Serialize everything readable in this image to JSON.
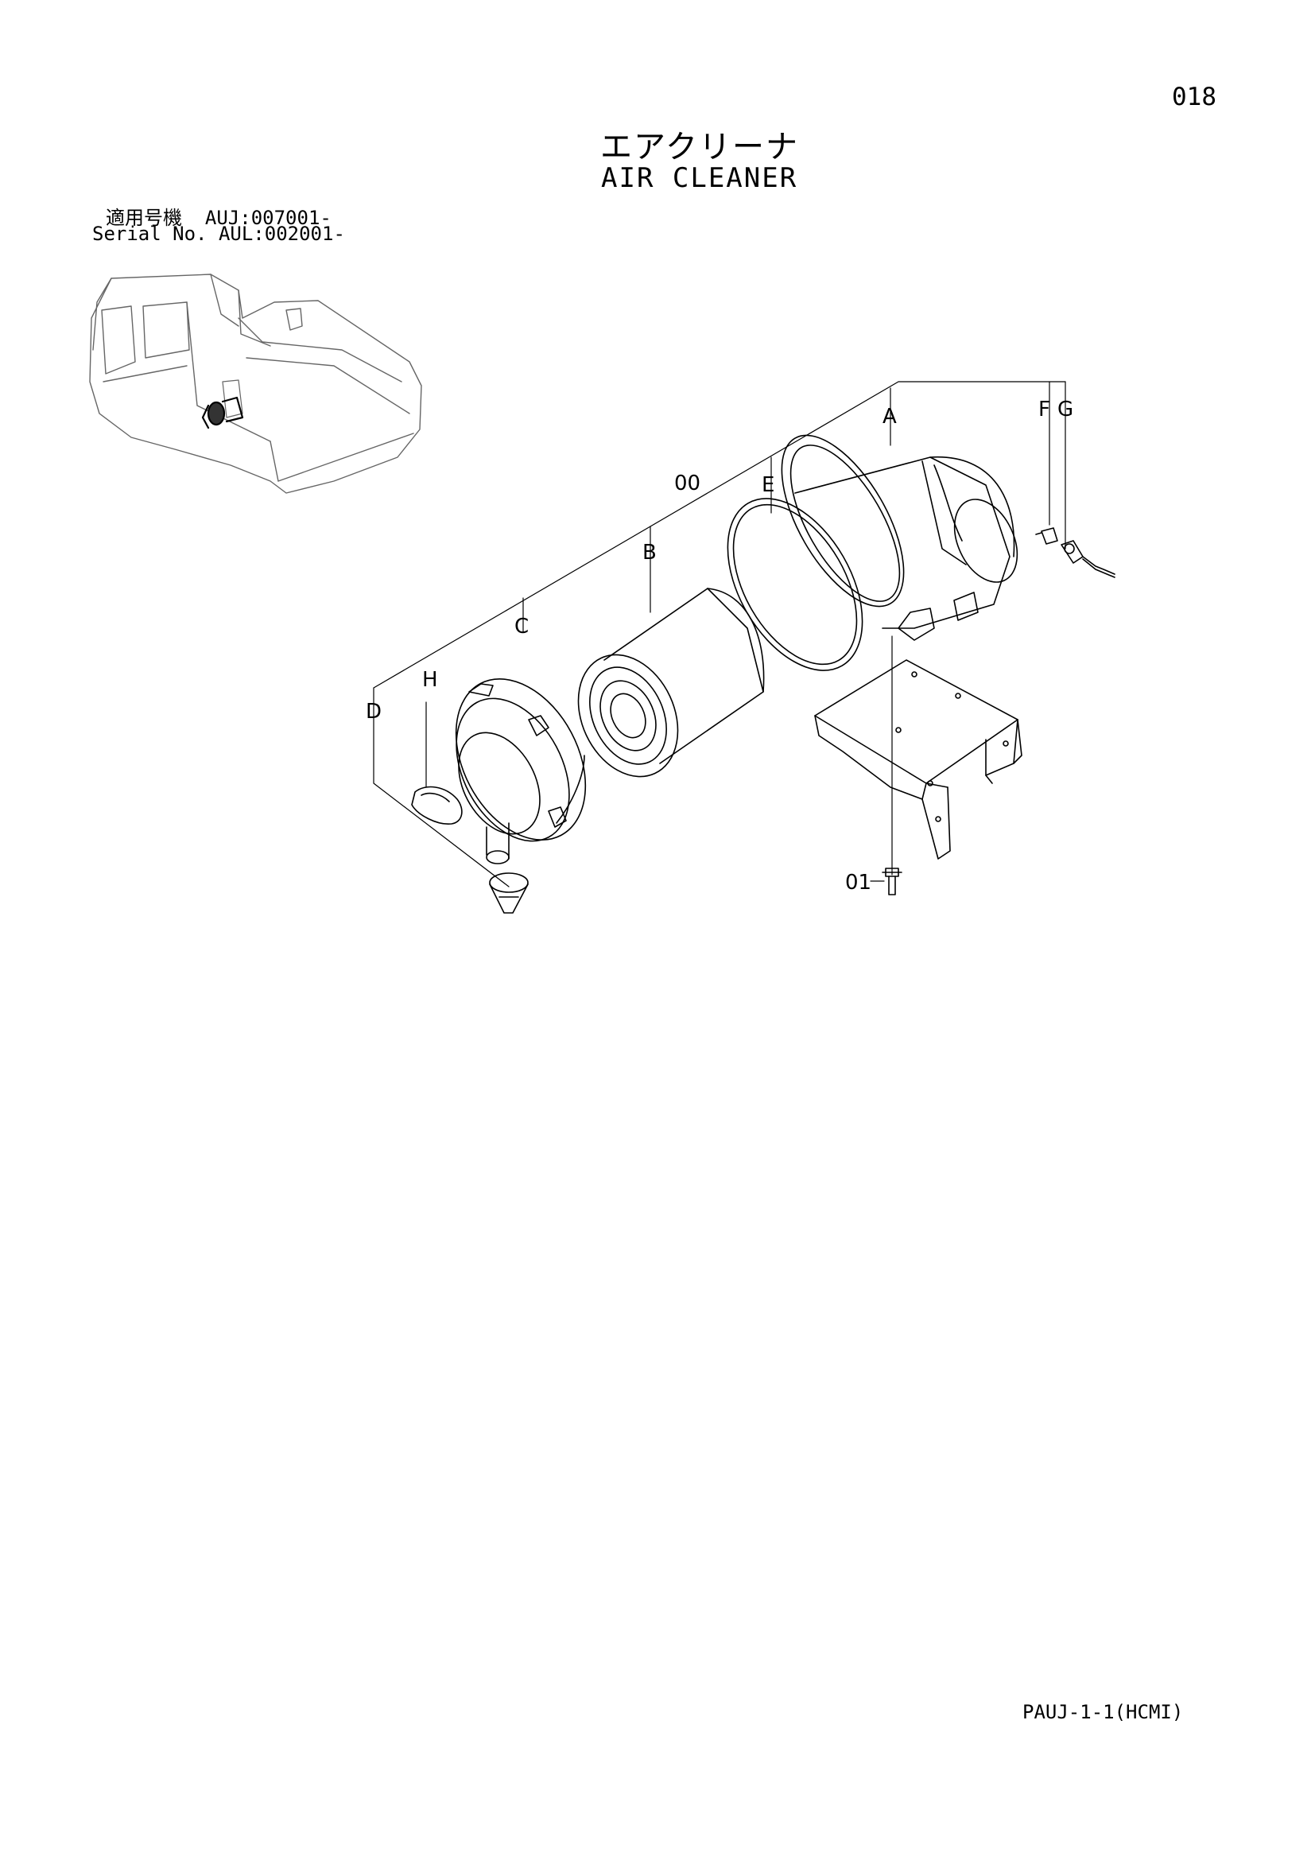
{
  "page": {
    "number": "018",
    "title_ja": "エアクリーナ",
    "title_en": "AIR CLEANER",
    "serial": {
      "label_ja": "適用号機",
      "value_ja": "AUJ:007001-",
      "label_en": "Serial No.",
      "value_en": "AUL:002001-"
    },
    "footer_code": "PAUJ-1-1(HCMI)"
  },
  "callouts": {
    "a": "A",
    "b": "B",
    "c": "C",
    "d": "D",
    "e": "E",
    "f": "F",
    "g": "G",
    "h": "H",
    "assembly": "00",
    "bolt": "01"
  }
}
